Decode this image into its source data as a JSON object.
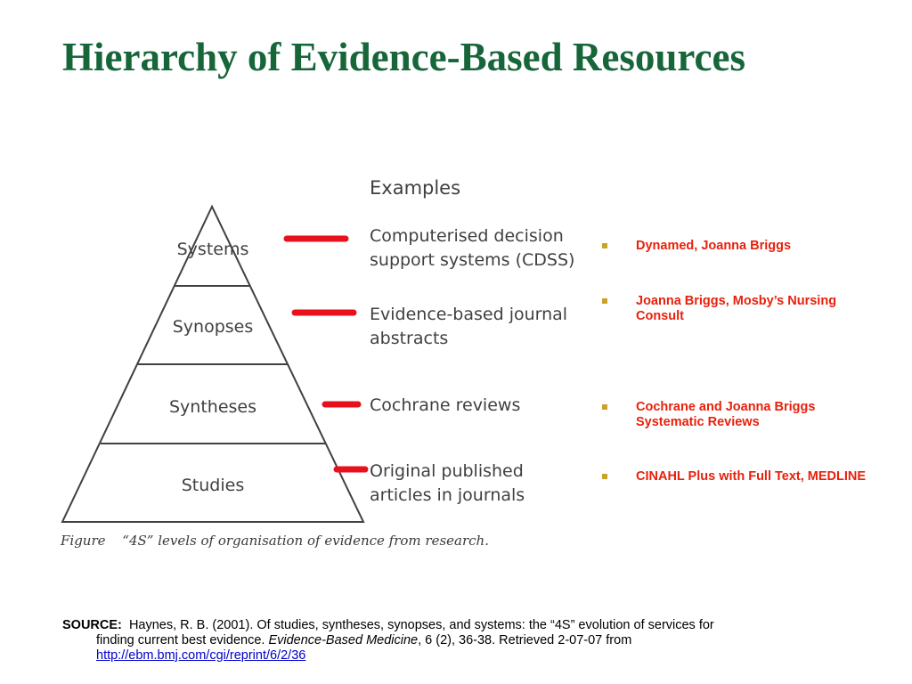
{
  "slide": {
    "title": "Hierarchy of Evidence-Based Resources"
  },
  "figure": {
    "examples_heading": "Examples",
    "tiers": [
      {
        "label": "Systems",
        "example_lines": [
          "Computerised decision",
          "support systems (CDSS)"
        ]
      },
      {
        "label": "Synopses",
        "example_lines": [
          "Evidence-based journal",
          "abstracts"
        ]
      },
      {
        "label": "Syntheses",
        "example_lines": [
          "Cochrane reviews"
        ]
      },
      {
        "label": "Studies",
        "example_lines": [
          "Original published",
          "articles in journals"
        ]
      }
    ],
    "caption_prefix": "Figure",
    "caption_text": "“4S” levels of organisation of evidence from research.",
    "colors": {
      "line": "#404040",
      "connector": "#e8101c"
    }
  },
  "bullets": [
    {
      "text": "Dynamed, Joanna Briggs"
    },
    {
      "text": "Joanna Briggs, Mosby’s Nursing Consult"
    },
    {
      "text": "Cochrane and Joanna Briggs Systematic Reviews"
    },
    {
      "text": "CINAHL Plus with Full Text, MEDLINE"
    }
  ],
  "source": {
    "label": "SOURCE:",
    "line1": "Haynes, R. B. (2001). Of studies, syntheses, synopses, and systems: the “4S” evolution of services for",
    "line2_before": "finding current best evidence.",
    "journal": "Evidence-Based Medicine",
    "line2_after": ", 6 (2), 36-38.  Retrieved 2-07-07 from",
    "link": "http://ebm.bmj.com/cgi/reprint/6/2/36"
  },
  "colors": {
    "title": "#17663a",
    "bullet_text": "#e8200c",
    "bullet_marker": "#c9a32a",
    "link": "#0000cc"
  }
}
